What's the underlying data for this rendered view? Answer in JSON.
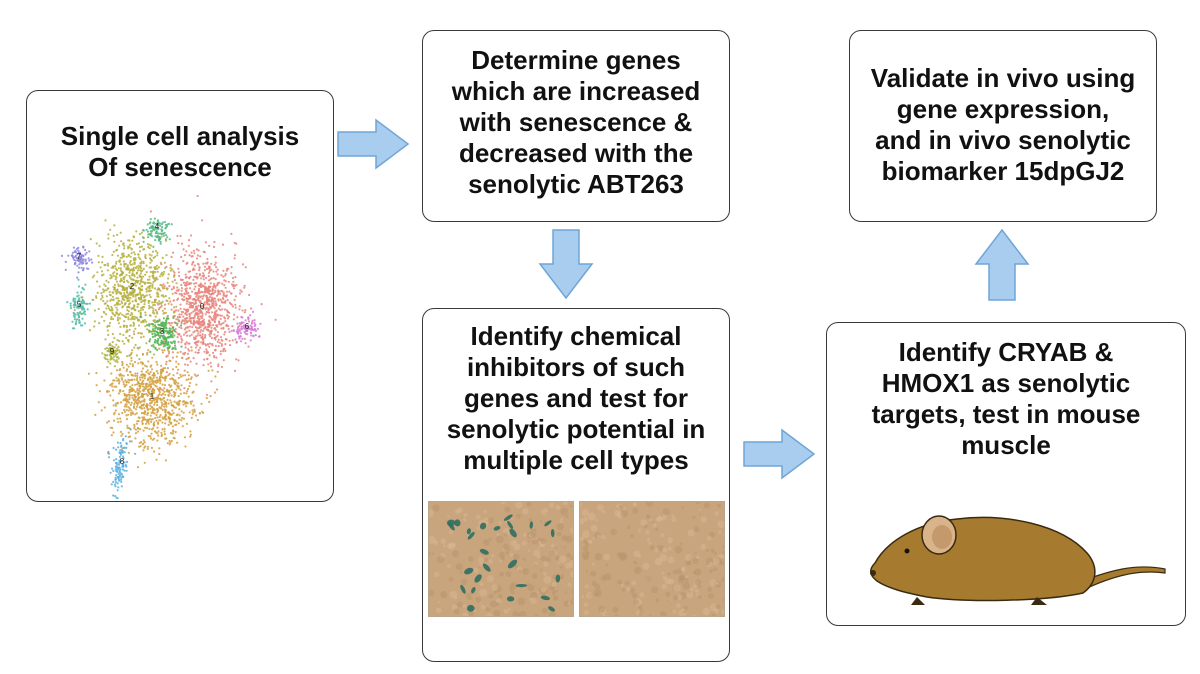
{
  "steps": {
    "single_cell": "Single cell analysis\nOf senescence",
    "determine_genes": "Determine genes\nwhich are increased\nwith senescence &\ndecreased with the\nsenolytic ABT263",
    "identify_inhibitors": "Identify chemical\ninhibitors of such\ngenes and test for\nsenolytic potential in\nmultiple cell types",
    "identify_targets": "Identify CRYAB &\nHMOX1 as senolytic\ntargets, test in mouse\nmuscle",
    "validate": "Validate in vivo using\ngene expression,\nand in vivo senolytic\nbiomarker 15dpGJ2"
  },
  "umap_clusters": [
    {
      "label": "0",
      "color": "#e8857d"
    },
    {
      "label": "1",
      "color": "#d2a040"
    },
    {
      "label": "2",
      "color": "#b6b040"
    },
    {
      "label": "3",
      "color": "#4fb555"
    },
    {
      "label": "4",
      "color": "#55b985"
    },
    {
      "label": "5",
      "color": "#52bca8"
    },
    {
      "label": "6",
      "color": "#d679d9"
    },
    {
      "label": "7",
      "color": "#8d86e0"
    },
    {
      "label": "8",
      "color": "#5aafe0"
    },
    {
      "label": "9",
      "color": "#a9b540"
    }
  ],
  "colors": {
    "arrow_fill": "#a9cdef",
    "arrow_stroke": "#6fa5d6",
    "mouse_body": "#a67b2f",
    "mouse_ear": "#d9b48a",
    "micro_bg": "#c9a57e"
  }
}
